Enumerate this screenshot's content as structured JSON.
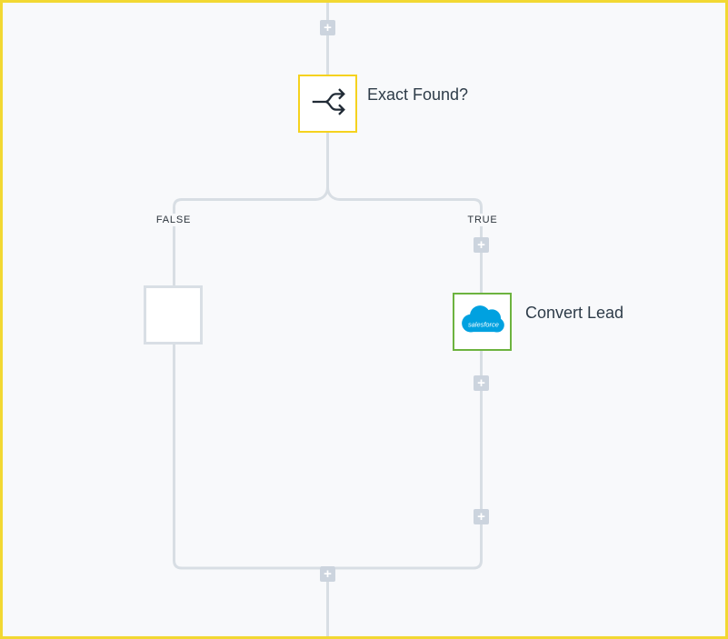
{
  "ui": {
    "plus_glyph": "+",
    "colors": {
      "canvas_background": "#f8f9fb",
      "frame_border": "#f2d832",
      "connector": "#d8dee4",
      "plus_button": "#ccd4de",
      "condition_node_border": "#f5d21e",
      "action_node_border": "#6db33f",
      "empty_node_border": "#d9dfe5",
      "label_text": "#2e3c49",
      "salesforce_blue": "#00a1e0"
    }
  },
  "condition_step": {
    "label": "Exact Found?",
    "icon": "branch-icon"
  },
  "branches": {
    "false_label": "FALSE",
    "true_label": "TRUE"
  },
  "false_branch": {
    "empty_step": {
      "label": ""
    }
  },
  "true_branch": {
    "action_step": {
      "label": "Convert Lead",
      "app": "Salesforce",
      "icon": "salesforce-icon",
      "logo_text": "salesforce"
    }
  }
}
